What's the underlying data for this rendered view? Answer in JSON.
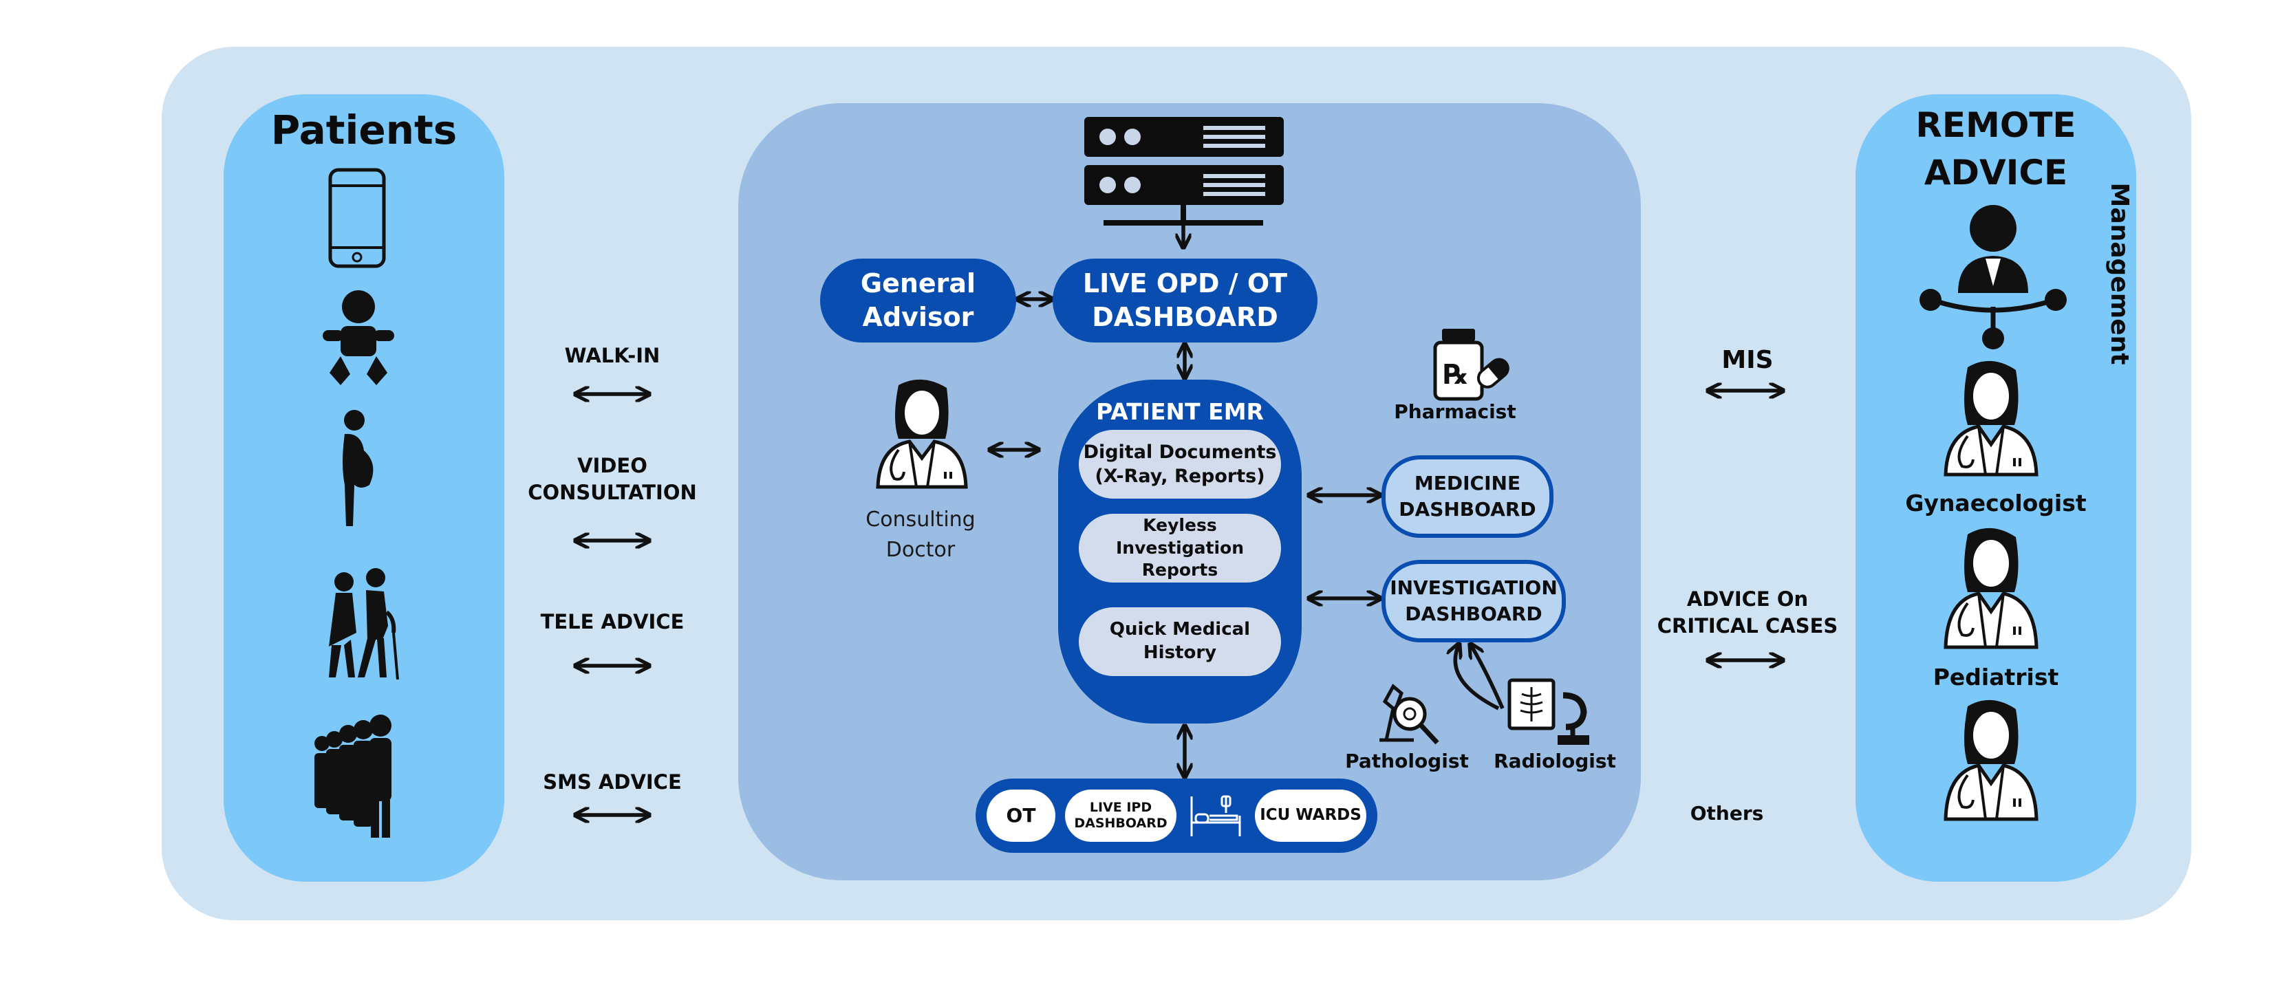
{
  "patients": {
    "title": "Patients"
  },
  "channels": {
    "walk_in": "WALK-IN",
    "video": "VIDEO\nCONSULTATION",
    "tele": "TELE ADVICE",
    "sms": "SMS ADVICE"
  },
  "center": {
    "general_advisor": "General\nAdvisor",
    "live_dashboard": "LIVE OPD / OT\nDASHBOARD",
    "consulting_doctor": "Consulting\nDoctor",
    "emr": {
      "title": "PATIENT EMR",
      "items": [
        "Digital Documents\n(X-Ray, Reports)",
        "Keyless Investigation\nReports",
        "Quick Medical History"
      ]
    },
    "pharmacist": "Pharmacist",
    "medicine_dashboard": "MEDICINE\nDASHBOARD",
    "investigation_dashboard": "INVESTIGATION\nDASHBOARD",
    "pathologist": "Pathologist",
    "radiologist": "Radiologist",
    "bottom_bar": {
      "ot": "OT",
      "live_ipd": "LIVE IPD\nDASHBOARD",
      "icu": "ICU WARDS"
    }
  },
  "right_links": {
    "mis": "MIS",
    "advice": "ADVICE On\nCRITICAL CASES",
    "others": "Others"
  },
  "remote": {
    "title": "REMOTE\nADVICE",
    "management": "Management",
    "gynaecologist": "Gynaecologist",
    "pediatrist": "Pediatrist"
  },
  "colors": {
    "outer_bg": "#d0e3f3",
    "column_bg": "#7cc8f8",
    "center_bg": "#9bbde3",
    "dark_blue": "#0a4db0",
    "light_pill": "#d3dcec"
  }
}
